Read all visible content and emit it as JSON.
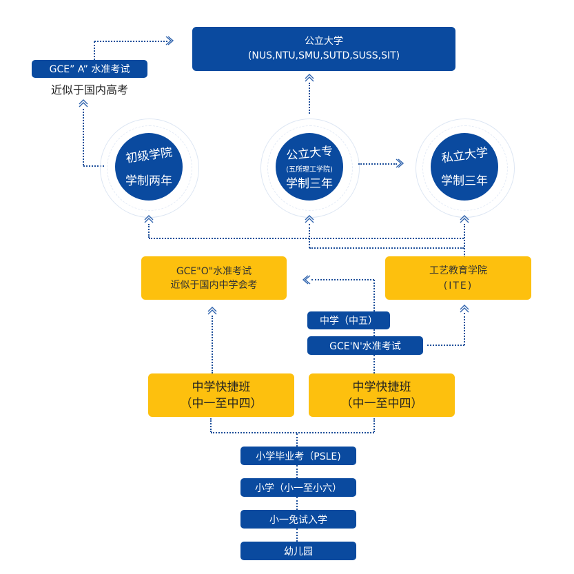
{
  "colors": {
    "primary_blue": "#0a4a9f",
    "accent_yellow": "#fdc00e",
    "connector": "#1d4f9a"
  },
  "top": {
    "public_university": {
      "title": "公立大学",
      "subtitle": "(NUS,NTU,SMU,SUTD,SUSS,SIT)"
    },
    "gce_a": {
      "label": "GCE” A” 水准考试",
      "note": "近似于国内高考"
    }
  },
  "circles": [
    {
      "title": "初级学院",
      "sub": "",
      "duration": "学制两年"
    },
    {
      "title": "公立大专",
      "sub": "(五所理工学院)",
      "duration": "学制三年"
    },
    {
      "title": "私立大学",
      "sub": "",
      "duration": "学制三年"
    }
  ],
  "middle": {
    "gce_o": {
      "line1": "GCE\"O\"水准考试",
      "line2": "近似于国内中学会考"
    },
    "ite": {
      "line1": "工艺教育学院",
      "line2": "(ITE)"
    },
    "sec5": "中学（中五）",
    "gce_n": "GCE'N'水准考试"
  },
  "secondary": [
    {
      "line1": "中学快捷班",
      "line2": "（中一至中四）"
    },
    {
      "line1": "中学快捷班",
      "line2": "（中一至中四）"
    }
  ],
  "primary_path": [
    "小学毕业考（PSLE)",
    "小学（小一至小六）",
    "小一免试入学",
    "幼儿园"
  ],
  "icons": {
    "arrow_up": "chevron-up-icon",
    "arrow_right": "chevron-right-icon",
    "arrow_left": "chevron-left-icon"
  }
}
